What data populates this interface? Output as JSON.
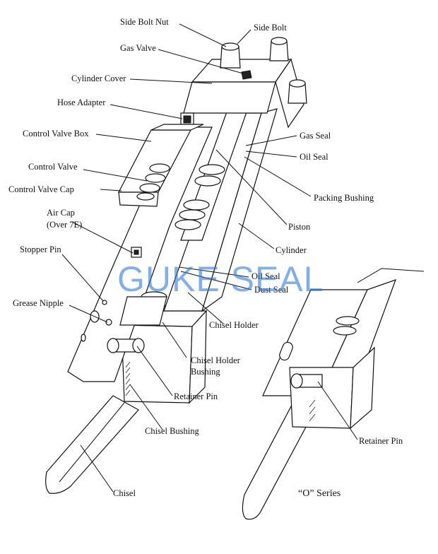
{
  "labels": {
    "side_bolt_nut": "Side Bolt Nut",
    "side_bolt": "Side Bolt",
    "gas_valve": "Gas Valve",
    "cylinder_cover": "Cylinder Cover",
    "hose_adapter": "Hose Adapter",
    "control_valve_box": "Control Valve Box",
    "gas_seal": "Gas Seal",
    "oil_seal_upper": "Oil Seal",
    "control_valve": "Control Valve",
    "control_valve_cap": "Control Valve Cap",
    "packing_bushing": "Packing Bushing",
    "air_cap_line1": "Air Cap",
    "air_cap_line2": "(Over 7E)",
    "piston": "Piston",
    "stopper_pin": "Stopper Pin",
    "cylinder": "Cylinder",
    "oil_seal_lower": "Oil Seal",
    "dust_seal": "Dust Seal",
    "grease_nipple": "Grease Nipple",
    "chisel_holder": "Chisel Holder",
    "chisel_holder_bushing_line1": "Chisel Holder",
    "chisel_holder_bushing_line2": "Bushing",
    "retainer_pin_left": "Retainer Pin",
    "chisel_bushing": "Chisel Bushing",
    "retainer_pin_right": "Retainer Pin",
    "chisel": "Chisel",
    "o_series": "“O” Series"
  },
  "watermark": "GUKE SEAL",
  "colors": {
    "watermark": "#2e7bd6",
    "line": "#111111",
    "background": "#ffffff"
  }
}
